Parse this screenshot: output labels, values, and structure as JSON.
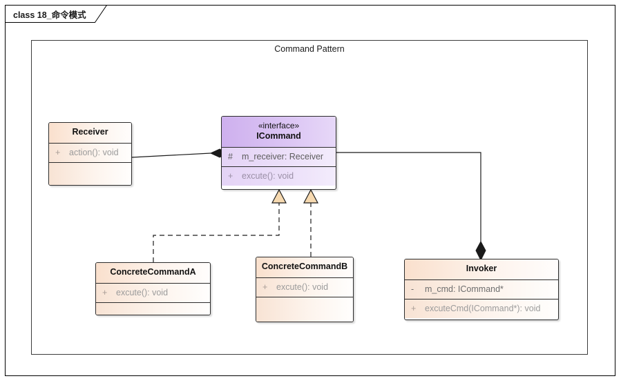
{
  "window": {
    "tab_label": "class 18_命令模式"
  },
  "frame": {
    "title": "Command Pattern"
  },
  "classes": {
    "receiver": {
      "name": "Receiver",
      "operations": [
        {
          "visibility": "+",
          "text": "action(): void"
        }
      ]
    },
    "icommand": {
      "stereotype": "«interface»",
      "name": "ICommand",
      "attributes": [
        {
          "visibility": "#",
          "text": "m_receiver: Receiver"
        }
      ],
      "operations": [
        {
          "visibility": "+",
          "text": "excute(): void"
        }
      ]
    },
    "concrete_command_a": {
      "name": "ConcreteCommandA",
      "operations": [
        {
          "visibility": "+",
          "text": "excute(): void"
        }
      ]
    },
    "concrete_command_b": {
      "name": "ConcreteCommandB",
      "operations": [
        {
          "visibility": "+",
          "text": "excute(): void"
        }
      ]
    },
    "invoker": {
      "name": "Invoker",
      "attributes": [
        {
          "visibility": "-",
          "text": "m_cmd: ICommand*"
        }
      ],
      "operations": [
        {
          "visibility": "+",
          "text": "excuteCmd(ICommand*): void"
        }
      ]
    }
  },
  "relations": [
    {
      "name": "composition-receiver-icommand",
      "type": "composition",
      "from": "Receiver",
      "to": "ICommand"
    },
    {
      "name": "composition-icommand-invoker",
      "type": "composition",
      "from": "ICommand",
      "to": "Invoker"
    },
    {
      "name": "realization-concrete-command-a",
      "type": "realization",
      "from": "ConcreteCommandA",
      "to": "ICommand"
    },
    {
      "name": "realization-concrete-command-b",
      "type": "realization",
      "from": "ConcreteCommandB",
      "to": "ICommand"
    }
  ],
  "colors": {
    "class_fill": "#f8e3d4",
    "interface_fill": "#ceb0ee",
    "border": "#2b2b2b",
    "connector": "#1a1a1a",
    "arrow_fill": "#f6d9b0"
  }
}
